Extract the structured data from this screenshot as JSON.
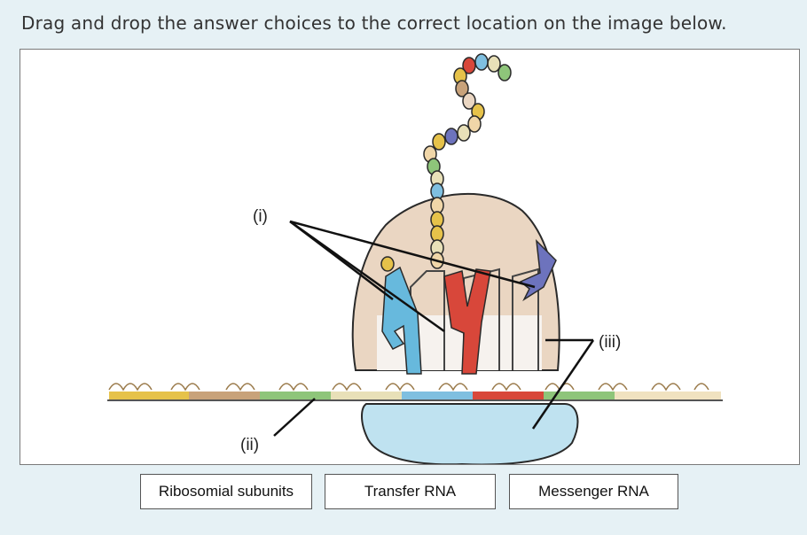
{
  "instruction": "Drag and drop the answer choices to the correct location on the image below.",
  "figure": {
    "labels": {
      "i": "(i)",
      "ii": "(ii)",
      "iii": "(iii)"
    },
    "codon_mark": "m",
    "colors": {
      "ribosome_large": "#ead6c2",
      "ribosome_small": "#bfe2f0",
      "trna_blue": "#67b9dd",
      "trna_red": "#d8473a",
      "trna_purple": "#6d73bd",
      "outline": "#2a2a2a"
    }
  },
  "choices": [
    {
      "label": "Ribosomial subunits"
    },
    {
      "label": "Transfer RNA"
    },
    {
      "label": "Messenger RNA"
    }
  ]
}
